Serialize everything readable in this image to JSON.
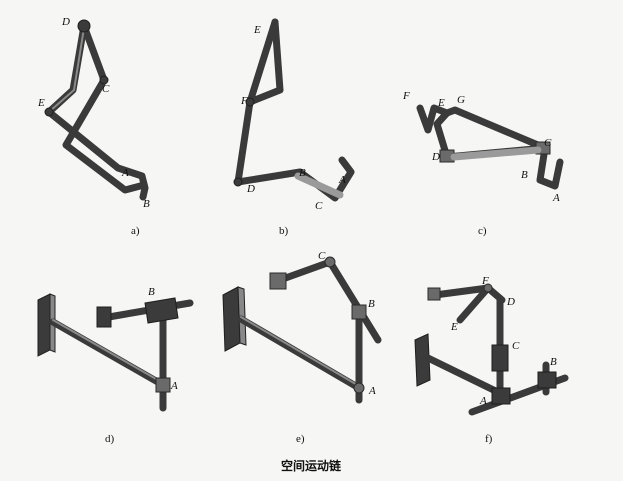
{
  "caption": "空间运动链",
  "panels": [
    {
      "id": "a",
      "label": "a)",
      "joints": [
        "D",
        "C",
        "E",
        "A",
        "B"
      ]
    },
    {
      "id": "b",
      "label": "b)",
      "joints": [
        "E",
        "F",
        "D",
        "B",
        "A",
        "C"
      ]
    },
    {
      "id": "c",
      "label": "c)",
      "joints": [
        "F",
        "E",
        "G",
        "C",
        "D",
        "B",
        "A"
      ]
    },
    {
      "id": "d",
      "label": "d)",
      "joints": [
        "B",
        "A"
      ]
    },
    {
      "id": "e",
      "label": "e)",
      "joints": [
        "C",
        "B",
        "A"
      ]
    },
    {
      "id": "f",
      "label": "f)",
      "joints": [
        "F",
        "D",
        "E",
        "C",
        "B",
        "A"
      ]
    }
  ],
  "colors": {
    "rod": "#3a3a3a",
    "background": "#f6f6f4"
  }
}
